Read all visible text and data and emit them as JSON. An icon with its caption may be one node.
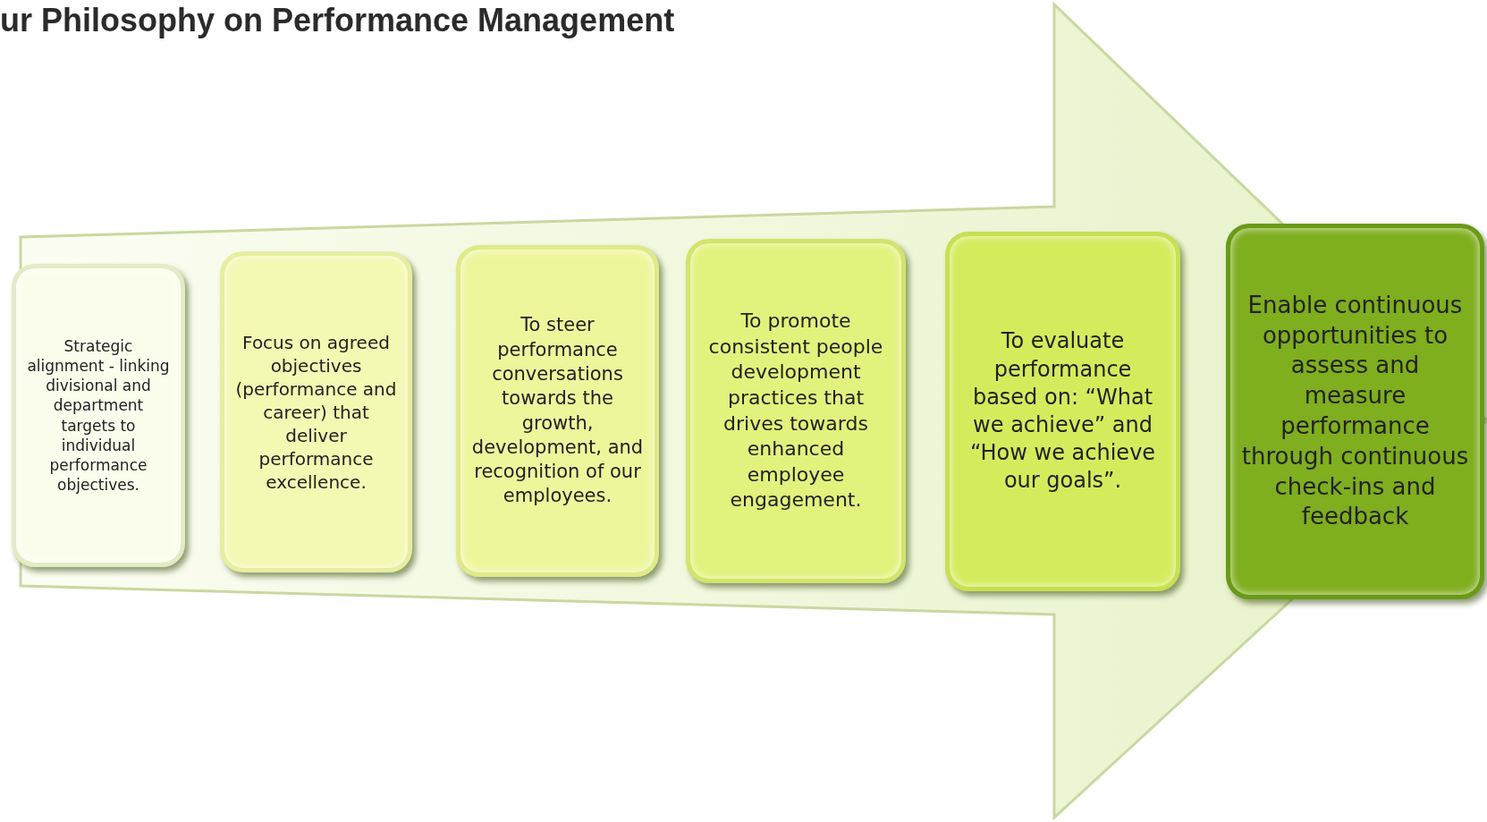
{
  "diagram": {
    "title": "ur Philosophy on Performance Management",
    "nodes": [
      {
        "text": [
          "Strategic alignment - linking divisional and department targets to individual performance objectives."
        ]
      },
      {
        "text": [
          "Focus on agreed objectives (performance and career) that deliver performance excellence."
        ]
      },
      {
        "text": [
          "To steer performance conversations towards the growth, development, and recognition of our employees."
        ]
      },
      {
        "text": [
          "To promote consistent people development practices that drives towards enhanced employee engagement."
        ]
      },
      {
        "text": [
          "To evaluate performance based on: “What we achieve” and “How we achieve our goals”."
        ]
      },
      {
        "text": [
          "Enable continuous opportunities to assess and measure performance through continuous check-ins and feedback"
        ]
      }
    ],
    "edges": [
      {
        "from": 0,
        "to": 5,
        "arrow": "to"
      }
    ]
  }
}
